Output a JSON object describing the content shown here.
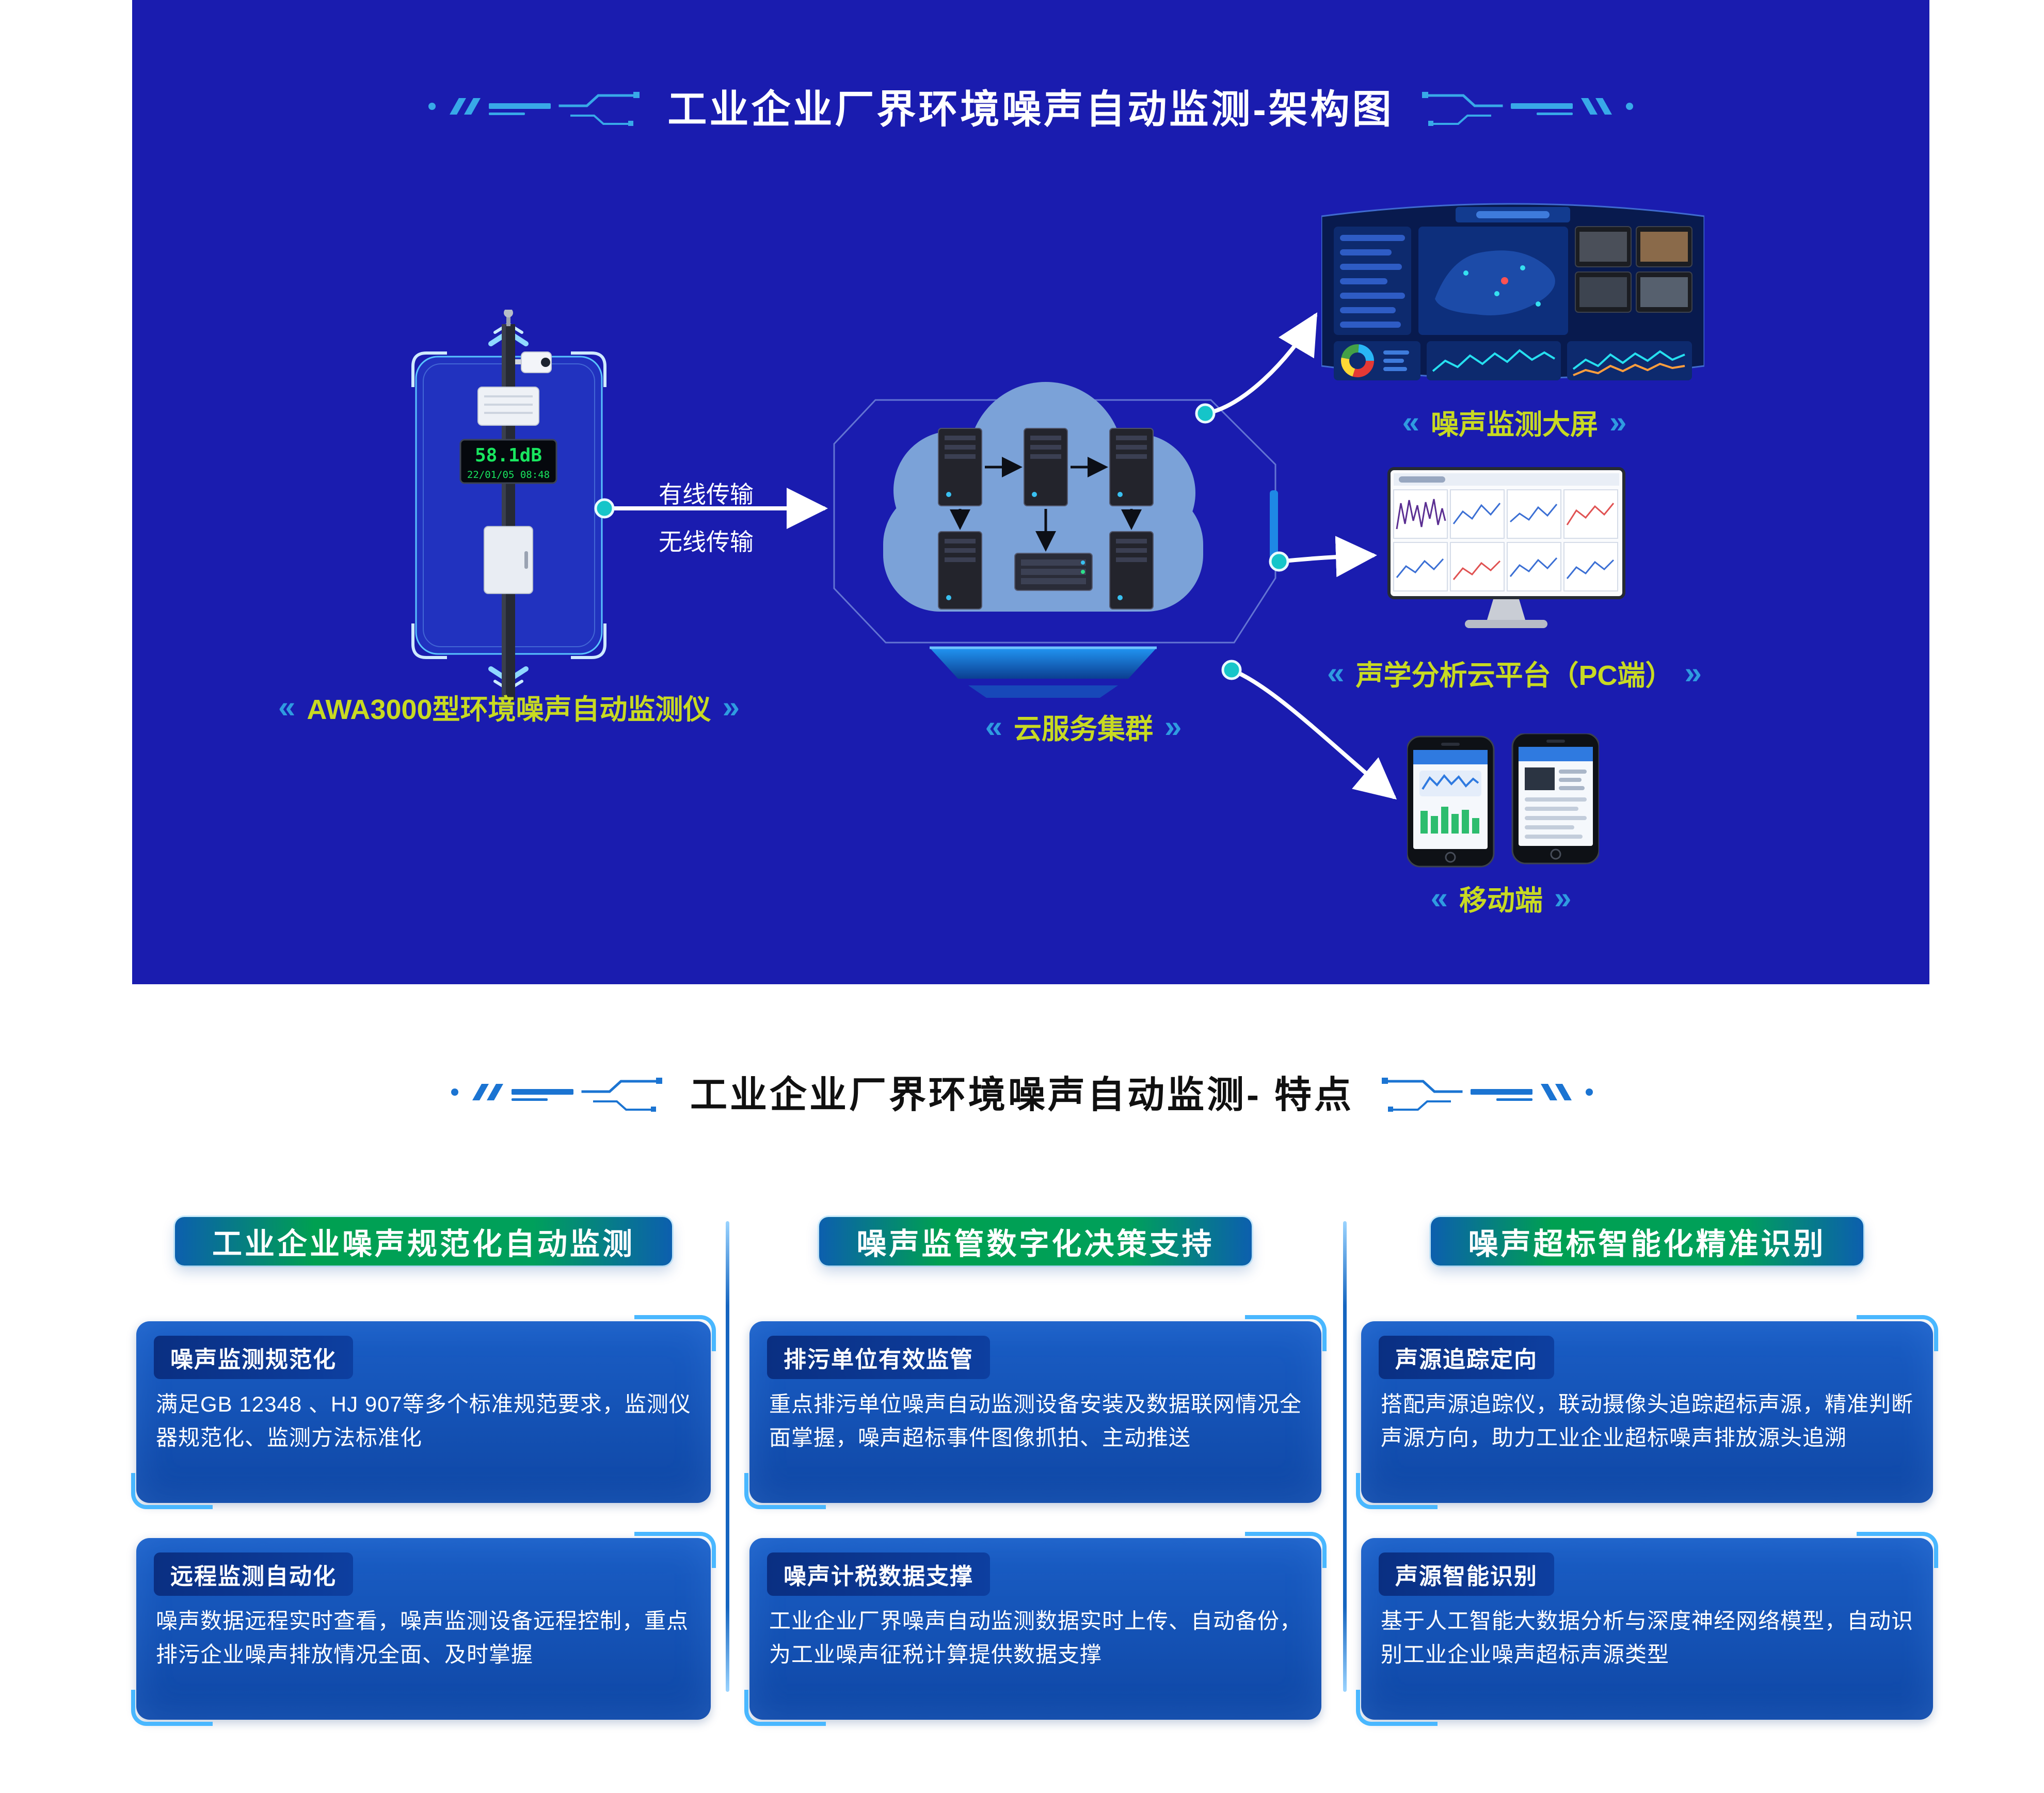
{
  "architecture": {
    "title": "工业企业厂界环境噪声自动监测-架构图",
    "device": {
      "display_value": "58.1dB",
      "display_datetime": "22/01/05  08:48",
      "label": "AWA3000型环境噪声自动监测仪"
    },
    "transmission": {
      "wired": "有线传输",
      "wireless": "无线传输"
    },
    "cloud_label": "云服务集群",
    "screen_label": "噪声监测大屏",
    "pc_label": "声学分析云平台（PC端）",
    "mobile_label": "移动端"
  },
  "features": {
    "title": "工业企业厂界环境噪声自动监测- 特点",
    "columns": [
      {
        "header": "工业企业噪声规范化自动监测",
        "cards": [
          {
            "tag": "噪声监测规范化",
            "text": "满足GB 12348 、HJ 907等多个标准规范要求，监测仪器规范化、监测方法标准化"
          },
          {
            "tag": "远程监测自动化",
            "text": "噪声数据远程实时查看，噪声监测设备远程控制，重点排污企业噪声排放情况全面、及时掌握"
          }
        ]
      },
      {
        "header": "噪声监管数字化决策支持",
        "cards": [
          {
            "tag": "排污单位有效监管",
            "text": "重点排污单位噪声自动监测设备安装及数据联网情况全面掌握，噪声超标事件图像抓拍、主动推送"
          },
          {
            "tag": "噪声计税数据支撑",
            "text": "工业企业厂界噪声自动监测数据实时上传、自动备份，为工业噪声征税计算提供数据支撑"
          }
        ]
      },
      {
        "header": "噪声超标智能化精准识别",
        "cards": [
          {
            "tag": "声源追踪定向",
            "text": "搭配声源追踪仪，联动摄像头追踪超标声源，精准判断声源方向，助力工业企业超标噪声排放源头追溯"
          },
          {
            "tag": "声源智能识别",
            "text": "基于人工智能大数据分析与深度神经网络模型，自动识别工业企业噪声超标声源类型"
          }
        ]
      }
    ]
  },
  "colors": {
    "panel_background": "#1a1caf",
    "label_yellow_green": "#c8da22",
    "chevron_blue": "#2f9be0",
    "header_green": "#00a051",
    "header_blue": "#0c5fae",
    "card_blue": "#1a5ec6",
    "accent_light_blue": "#49b7ff",
    "display_green": "#19e65f",
    "cloud_fill": "#7ba2d8"
  }
}
